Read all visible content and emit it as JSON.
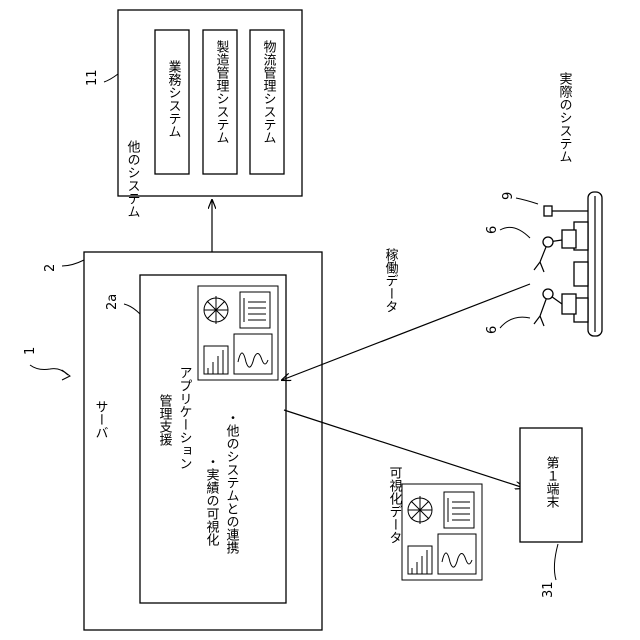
{
  "labels": {
    "fig_ref": "1",
    "other_system": "他のシステム",
    "other_system_ref": "11",
    "business_system": "業務システム",
    "manufacturing_system": "製造管理システム",
    "logistics_system": "物流管理システム",
    "server": "サーバ",
    "server_ref": "2",
    "app_ref": "2a",
    "app_title": "管理支援",
    "app_subtitle": "アプリケーション",
    "bullet1": "・実績の可視化",
    "bullet2": "・他のシステムとの連携",
    "actual_system": "実際のシステム",
    "ref_9": "9",
    "ref_6_top": "6",
    "ref_6_bottom": "6",
    "operation_data": "稼働データ",
    "visualized_data": "可視化データ",
    "terminal": "第１端末",
    "terminal_ref": "31"
  }
}
